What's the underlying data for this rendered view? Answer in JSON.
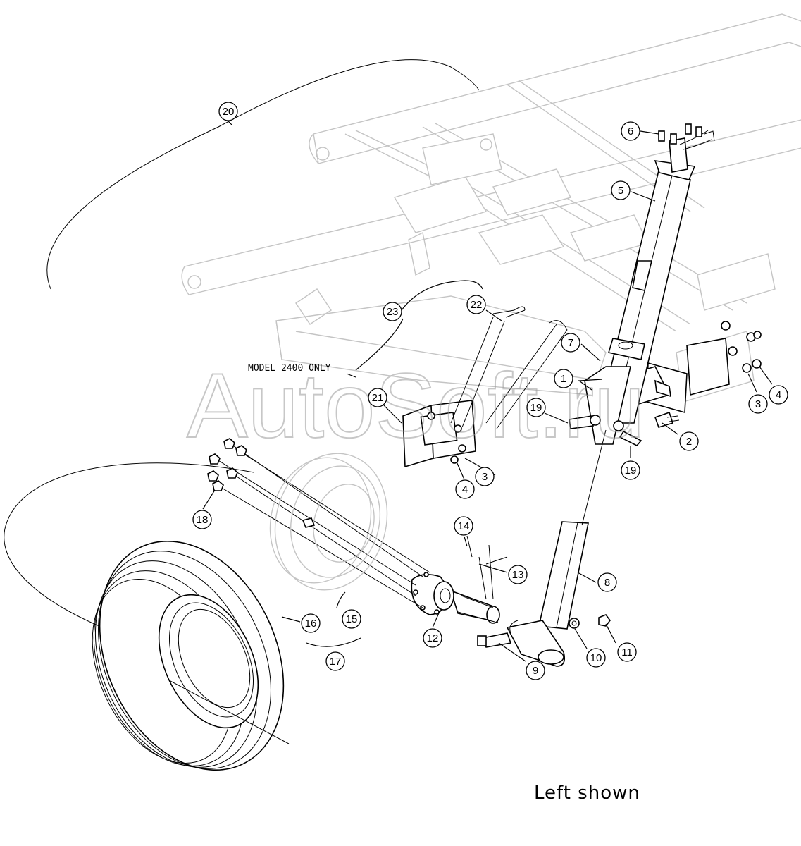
{
  "watermark": "AutoSoft.ru",
  "note": "MODEL 2400 ONLY",
  "caption": "Left shown",
  "callouts": [
    {
      "id": "c1",
      "label": "1"
    },
    {
      "id": "c2",
      "label": "2"
    },
    {
      "id": "c3a",
      "label": "3"
    },
    {
      "id": "c3b",
      "label": "3"
    },
    {
      "id": "c4a",
      "label": "4"
    },
    {
      "id": "c4b",
      "label": "4"
    },
    {
      "id": "c5",
      "label": "5"
    },
    {
      "id": "c6",
      "label": "6"
    },
    {
      "id": "c7",
      "label": "7"
    },
    {
      "id": "c8",
      "label": "8"
    },
    {
      "id": "c9",
      "label": "9"
    },
    {
      "id": "c10",
      "label": "10"
    },
    {
      "id": "c11",
      "label": "11"
    },
    {
      "id": "c12",
      "label": "12"
    },
    {
      "id": "c13",
      "label": "13"
    },
    {
      "id": "c14",
      "label": "14"
    },
    {
      "id": "c15",
      "label": "15"
    },
    {
      "id": "c16",
      "label": "16"
    },
    {
      "id": "c17",
      "label": "17"
    },
    {
      "id": "c18",
      "label": "18"
    },
    {
      "id": "c19a",
      "label": "19"
    },
    {
      "id": "c19b",
      "label": "19"
    },
    {
      "id": "c20",
      "label": "20"
    },
    {
      "id": "c21",
      "label": "21"
    },
    {
      "id": "c22",
      "label": "22"
    },
    {
      "id": "c23",
      "label": "23"
    }
  ]
}
